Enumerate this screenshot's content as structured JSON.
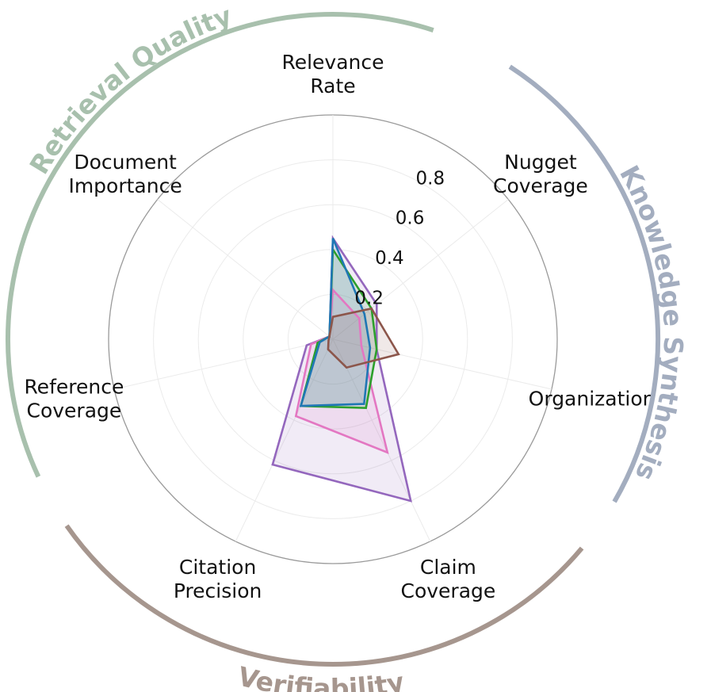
{
  "chart_data": {
    "type": "radar",
    "axes": [
      [
        "Relevance",
        "Rate"
      ],
      [
        "Nugget",
        "Coverage"
      ],
      [
        "Organization"
      ],
      [
        "Claim",
        "Coverage"
      ],
      [
        "Citation",
        "Precision"
      ],
      [
        "Reference",
        "Coverage"
      ],
      [
        "Document",
        "Importance"
      ]
    ],
    "rlim": [
      0,
      1.0
    ],
    "ticks": [
      0.2,
      0.4,
      0.6,
      0.8
    ],
    "tick_labels": [
      "0.2",
      "0.4",
      "0.6",
      "0.8"
    ],
    "grid": true,
    "groups": [
      {
        "label": "Retrieval Quality",
        "color": "#a8c0ad"
      },
      {
        "label": "Knowledge Synthesis",
        "color": "#a3adbf"
      },
      {
        "label": "Verifiability",
        "color": "#a6968e"
      }
    ],
    "series": [
      {
        "color": "#9467bd",
        "fill_opacity": 0.13,
        "values": [
          0.45,
          0.25,
          0.2,
          0.8,
          0.62,
          0.12,
          0.02
        ]
      },
      {
        "color": "#e377c2",
        "fill_opacity": 0.13,
        "values": [
          0.22,
          0.15,
          0.13,
          0.56,
          0.38,
          0.1,
          0.02
        ]
      },
      {
        "color": "#2ca02c",
        "fill_opacity": 0.13,
        "values": [
          0.4,
          0.22,
          0.2,
          0.34,
          0.33,
          0.07,
          0.02
        ]
      },
      {
        "color": "#1f77b4",
        "fill_opacity": 0.13,
        "values": [
          0.45,
          0.18,
          0.17,
          0.32,
          0.33,
          0.06,
          0.02
        ]
      },
      {
        "color": "#8c564b",
        "fill_opacity": 0.13,
        "values": [
          0.1,
          0.22,
          0.3,
          0.14,
          0.05,
          0.02,
          0.02
        ]
      }
    ]
  }
}
